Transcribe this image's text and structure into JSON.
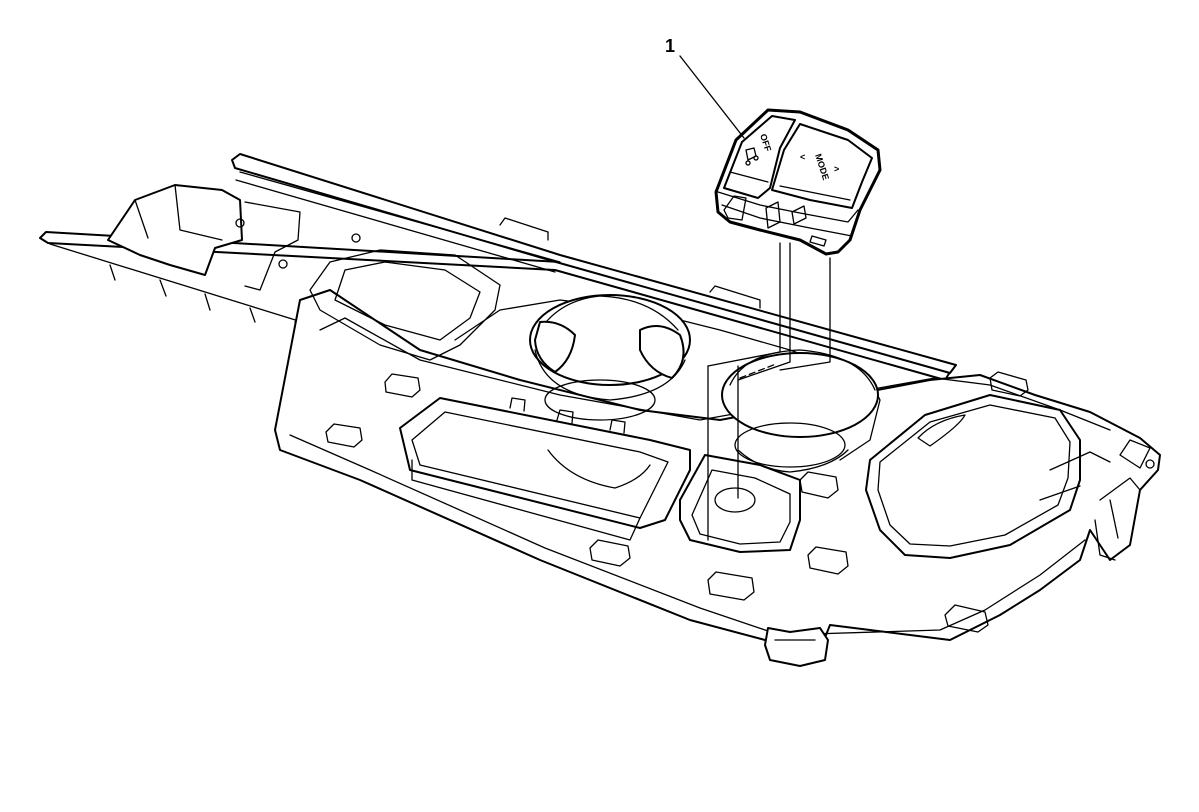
{
  "callouts": [
    {
      "label": "1"
    }
  ],
  "switch": {
    "left_button_text": "OFF",
    "right_button_text": "MODE",
    "right_button_arrows": [
      "<",
      ">"
    ]
  },
  "colors": {
    "line": "#000000",
    "background": "#ffffff"
  }
}
